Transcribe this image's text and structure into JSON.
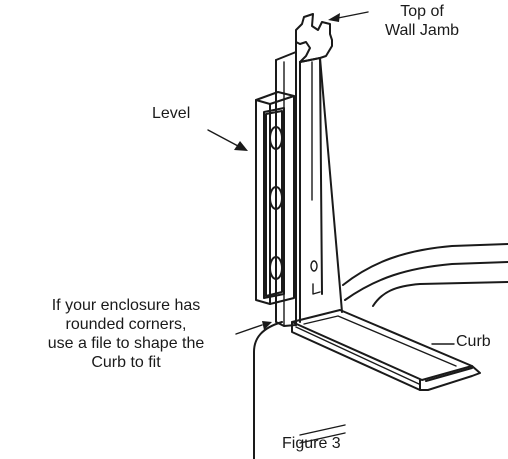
{
  "labels": {
    "top_of_wall_jamb_line1": "Top of",
    "top_of_wall_jamb_line2": "Wall Jamb",
    "level": "Level",
    "note_line1": "If your enclosure has",
    "note_line2": "rounded corners,",
    "note_line3": "use a file to shape the",
    "note_line4": "Curb to fit",
    "curb": "Curb",
    "figure_caption": "Figure 3"
  },
  "jamb_mark": "o\nL"
}
